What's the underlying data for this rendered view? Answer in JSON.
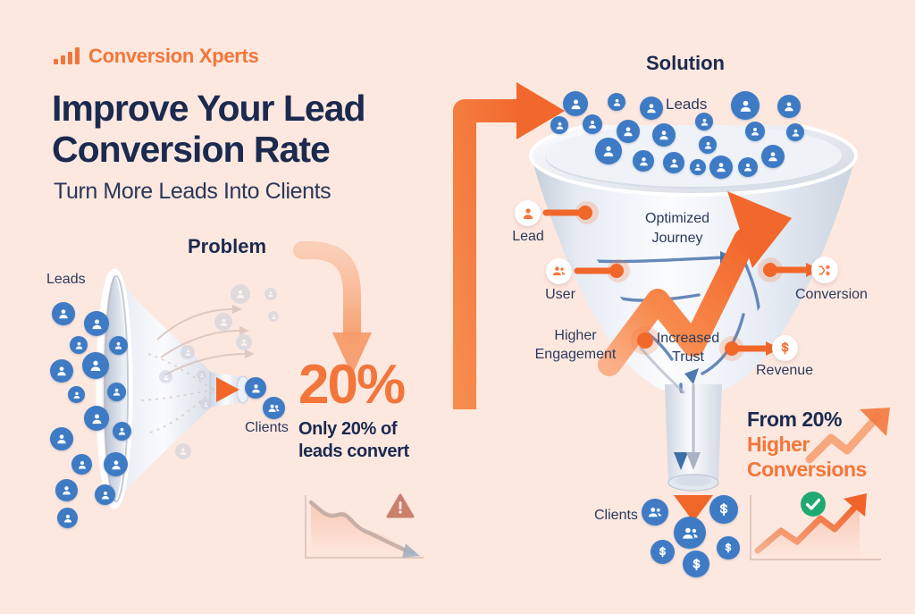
{
  "brand": {
    "name": "Conversion Xperts",
    "icon": "bar-chart-icon",
    "color": "#F2763A"
  },
  "header": {
    "title_line1": "Improve Your Lead",
    "title_line2": "Conversion Rate",
    "subtitle": "Turn More Leads Into Clients",
    "title_color": "#1B2A4E"
  },
  "problem": {
    "title": "Problem",
    "leads_label": "Leads",
    "clients_label": "Clients",
    "stat_big": "20%",
    "stat_caption_line1": "Only 20% of",
    "stat_caption_line2": "leads convert",
    "chart": {
      "type": "line",
      "trend": "declining",
      "icon": "warning-triangle-icon"
    }
  },
  "solution": {
    "title": "Solution",
    "leads_label": "Leads",
    "clients_label": "Clients",
    "center_label_line1": "Optimized",
    "center_label_line2": "Journey",
    "nodes": [
      {
        "label": "Lead",
        "icon": "user-icon",
        "side": "left"
      },
      {
        "label": "User",
        "icon": "users-icon",
        "side": "left"
      },
      {
        "label": "Higher Engagement",
        "icon": "none",
        "side": "left"
      },
      {
        "label": "Increased Trust",
        "icon": "none",
        "side": "center"
      },
      {
        "label": "Conversion",
        "icon": "shuffle-icon",
        "side": "right"
      },
      {
        "label": "Revenue",
        "icon": "dollar-icon",
        "side": "right"
      }
    ],
    "result_line1": "From 20%",
    "result_line2": "Higher",
    "result_line3": "Conversions",
    "chart": {
      "type": "line",
      "trend": "rising",
      "icon": "check-circle-icon"
    }
  },
  "theme": {
    "background": "#FDE8E0",
    "accent_orange": "#F2763A",
    "navy": "#1B2A4E",
    "avatar_blue": "#3E7BC4",
    "green": "#1FA971"
  },
  "chart_data": [
    {
      "type": "line",
      "title": "Declining conversions",
      "x": [
        0,
        1,
        2,
        3,
        4,
        5,
        6
      ],
      "values": [
        100,
        78,
        82,
        55,
        48,
        38,
        20
      ],
      "trend": "down",
      "ylim": [
        0,
        100
      ],
      "annotation": "warning"
    },
    {
      "type": "line",
      "title": "Rising conversions",
      "x": [
        0,
        1,
        2,
        3,
        4,
        5,
        6
      ],
      "values": [
        18,
        38,
        30,
        58,
        48,
        78,
        96
      ],
      "trend": "up",
      "ylim": [
        0,
        100
      ],
      "annotation": "success"
    },
    {
      "type": "funnel",
      "title": "Lead conversion funnel",
      "stages": [
        "Leads",
        "Clients"
      ],
      "values": [
        100,
        20
      ],
      "conversion_rate_percent": 20
    }
  ]
}
